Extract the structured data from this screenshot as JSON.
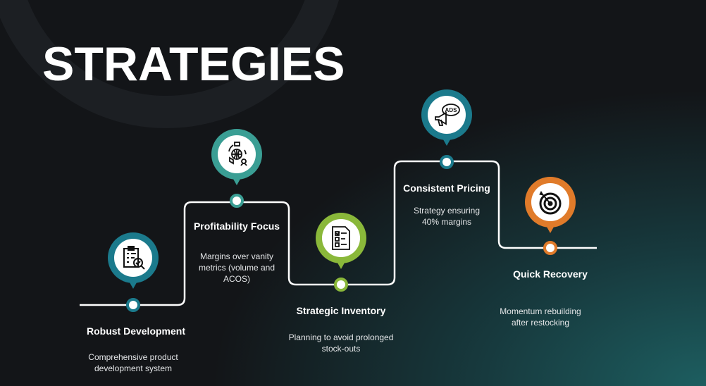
{
  "title": "STRATEGIES",
  "colors": {
    "blue": "#1b7a8c",
    "teal": "#3a9e94",
    "green": "#8ab83a",
    "orange": "#e07b2a"
  },
  "steps": [
    {
      "title": "Robust Development",
      "description": "Comprehensive product development system",
      "icon": "clipboard-checklist-magnifier-icon"
    },
    {
      "title": "Profitability Focus",
      "description": "Margins over vanity metrics (volume and ACOS)",
      "icon": "globe-logistics-icon"
    },
    {
      "title": "Strategic Inventory",
      "description": "Planning to avoid prolonged stock-outs",
      "icon": "checklist-document-icon"
    },
    {
      "title": "Consistent Pricing",
      "description": "Strategy ensuring 40% margins",
      "icon": "megaphone-ads-icon"
    },
    {
      "title": "Quick Recovery",
      "description": "Momentum rebuilding after restocking",
      "icon": "target-icon"
    }
  ],
  "ads_text": "ADS"
}
